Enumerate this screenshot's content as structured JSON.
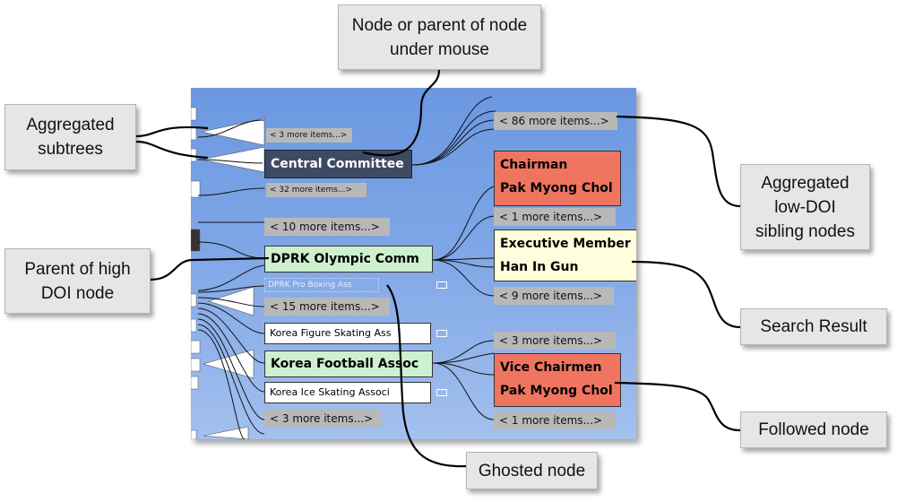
{
  "callouts": {
    "node_under_mouse": "Node or parent of node under mouse",
    "aggregated_subtrees": "Aggregated subtrees",
    "parent_high_doi": "Parent of high DOI node",
    "aggregated_low_doi": "Aggregated low-DOI sibling nodes",
    "search_result": "Search Result",
    "followed_node": "Followed node",
    "ghosted_node": "Ghosted node"
  },
  "tree": {
    "more_3_top": "< 3 more items...>",
    "central_committee": "Central Committee",
    "more_32": "< 32 more items...>",
    "more_10": "< 10 more items...>",
    "dprk_olympic": "DPRK Olympic Comm",
    "dprk_boxing": "DPRK Pro Boxing Ass",
    "more_15": "< 15 more items...>",
    "figure_skating": "Korea Figure Skating Ass",
    "football": "Korea Football Assoc",
    "ice_skating": "Korea Ice Skating Associ",
    "more_3_bottom": "< 3 more items...>",
    "more_86": "< 86 more items...>",
    "chairman_title": "Chairman",
    "chairman_name": "Pak Myong Chol",
    "more_1_a": "< 1 more items...>",
    "exec_title": "Executive Member",
    "exec_name": "Han In Gun",
    "more_9": "< 9 more items...>",
    "more_3_right": "< 3 more items...>",
    "vice_title": "Vice Chairmen",
    "vice_name": "Pak Myong Chol",
    "more_1_b": "< 1 more items...>"
  },
  "colors": {
    "panel_top": "#6b98e2",
    "dark_node": "#3e4a63",
    "green_node": "#cdf0cf",
    "red_node": "#f07560",
    "yellow_node": "#ffffdd",
    "aggregate": "#b8b8b8",
    "callout_bg": "#e6e6e6"
  }
}
